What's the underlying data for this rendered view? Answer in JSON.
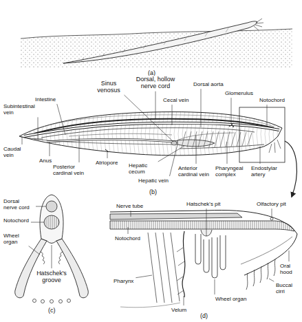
{
  "diagram": {
    "labels": [
      "(a)",
      "Subintestinal vein",
      "Intestine",
      "Sinus venosus",
      "Dorsal, hollow nerve cord",
      "Cecal vein",
      "Dorsal aorta",
      "Glomerulus",
      "Notochord",
      "Caudal vein",
      "Anus",
      "Posterior cardinal vein",
      "Atriopore",
      "Hepatic cecum",
      "Hepatic vein",
      "Anterior cardinal vein",
      "Pharyngeal complex",
      "Endostylar artery",
      "(b)",
      "Dorsal nerve cord",
      "Notochord",
      "Wheel organ",
      "Hatschek's groove",
      "(c)",
      "Nerve tube",
      "Hatschek's pit",
      "Olfactory pit",
      "Notochord",
      "Buccal cirri",
      "Oral hood",
      "Pharynx",
      "Velum",
      "Wheel organ",
      "(d)"
    ]
  }
}
